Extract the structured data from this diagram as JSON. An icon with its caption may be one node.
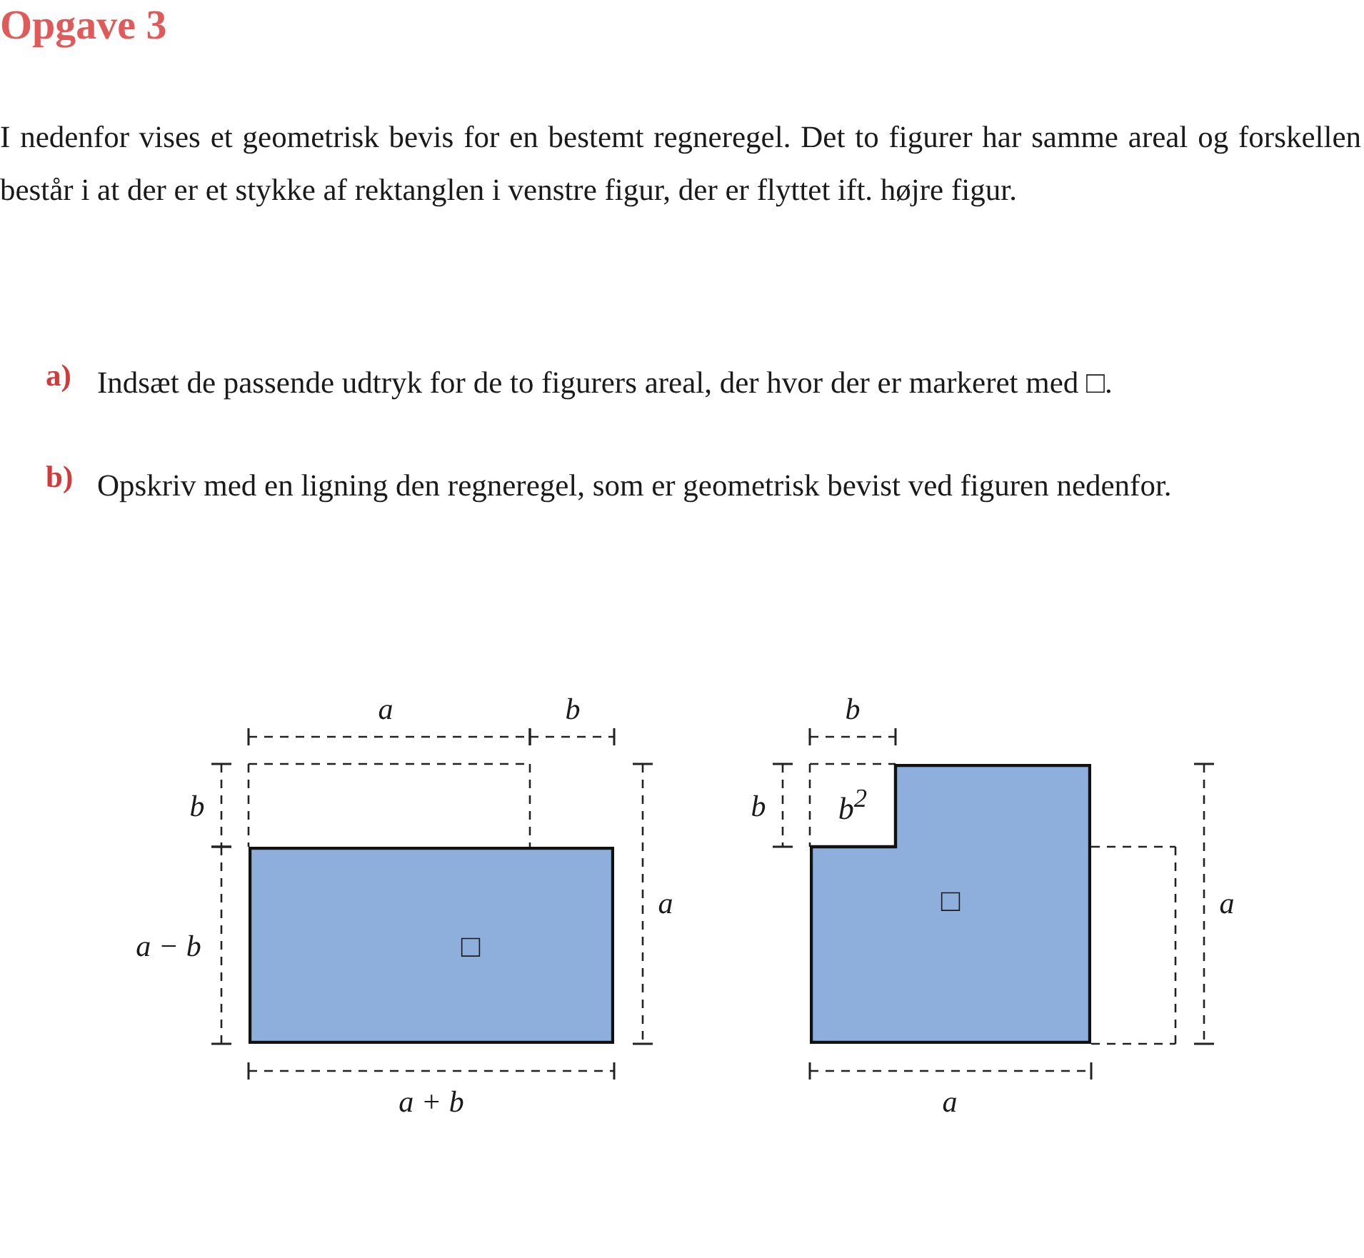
{
  "diagram": {
    "title": "Opgave 3",
    "nodes": [
      {
        "text": [
          "□"
        ]
      },
      {
        "text": [
          "b$^{2}$"
        ]
      },
      {
        "text": [
          "□"
        ]
      }
    ],
    "edges": [],
    "labels": [
      "I nedenfor vises et geometrisk bevis for en bestemt regneregel. Det to figurer har samme areal og forskellen består i at der er et stykke af rektanglen i venstre figur, der er flyttet ift. højre figur.",
      "a)",
      "Indsæt de passende udtryk for de to figurers areal, der hvor der er markeret med □.",
      "b)",
      "Opskriv med en ligning den regneregel, som er geometrisk bevist ved figuren nedenfor.",
      "a",
      "b",
      "b",
      "a − b",
      "a",
      "a + b",
      "b",
      "b",
      "a",
      "a"
    ]
  }
}
